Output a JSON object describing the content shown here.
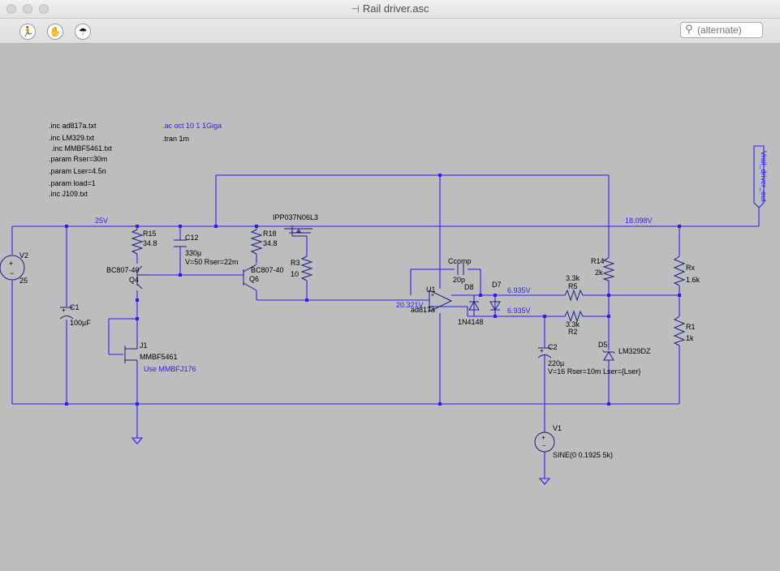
{
  "window": {
    "title": "Rail driver.asc"
  },
  "toolbar": {
    "tools": [
      {
        "name": "run-icon"
      },
      {
        "name": "hand-icon"
      },
      {
        "name": "halt-icon"
      }
    ],
    "search_placeholder": "(alternate)"
  },
  "directives": {
    "inc_ad817a": ".inc ad817a.txt",
    "inc_lm329": ".inc LM329.txt",
    "inc_mmbf5461": ".inc MMBF5461.txt",
    "param_rser": ".param Rser=30m",
    "param_lser": ".param Lser=4.5n",
    "param_load": ".param load=1",
    "inc_j109": ".inc J109.txt",
    "ac": ".ac oct 10 1 1Giga",
    "tran": ".tran 1m"
  },
  "nets": {
    "rail_25": "25V",
    "rail_out": "18.098V",
    "opamp_in": "20.321V",
    "node1": "6.935V",
    "node2": "6.935V",
    "out_label": "Vrail_driver_out"
  },
  "components": {
    "V2": {
      "ref": "V2",
      "value": "25"
    },
    "C1": {
      "ref": "C1",
      "value": "100µF"
    },
    "R15": {
      "ref": "R15",
      "value": "34.8"
    },
    "C12": {
      "ref": "C12",
      "value": "330µ",
      "spec": "V=50 Rser=22m"
    },
    "Q4": {
      "ref": "Q4",
      "model": "BC807-40"
    },
    "J1": {
      "ref": "J1",
      "model": "MMBF5461",
      "note": "Use MMBFJ176"
    },
    "R18": {
      "ref": "R18",
      "value": "34.8"
    },
    "Q6": {
      "ref": "Q6",
      "model": "BC807-40"
    },
    "M1": {
      "model": "IPP037N06L3"
    },
    "R3": {
      "ref": "R3",
      "value": "10"
    },
    "U1": {
      "ref": "U1",
      "model": "ad817a"
    },
    "Ccomp": {
      "ref": "Ccomp",
      "value": "20p"
    },
    "D8": {
      "ref": "D8",
      "model": "1N4148"
    },
    "D7": {
      "ref": "D7"
    },
    "R5": {
      "ref": "R5",
      "value": "3.3k"
    },
    "R2": {
      "ref": "R2",
      "value": "3.3k"
    },
    "R14": {
      "ref": "R14",
      "value": "2k"
    },
    "D5": {
      "ref": "D5",
      "model": "LM329DZ"
    },
    "C2": {
      "ref": "C2",
      "value": "220µ",
      "spec": "V=16 Rser=10m Lser={Lser}"
    },
    "V1": {
      "ref": "V1",
      "value": "SINE(0 0.1925 5k)"
    },
    "Rx": {
      "ref": "Rx",
      "value": "1.6k"
    },
    "R1": {
      "ref": "R1",
      "value": "1k"
    }
  },
  "colors": {
    "background": "#bdbdbd",
    "wire": "#2b1cff",
    "component": "#1b1b8a",
    "text": "#000000"
  }
}
